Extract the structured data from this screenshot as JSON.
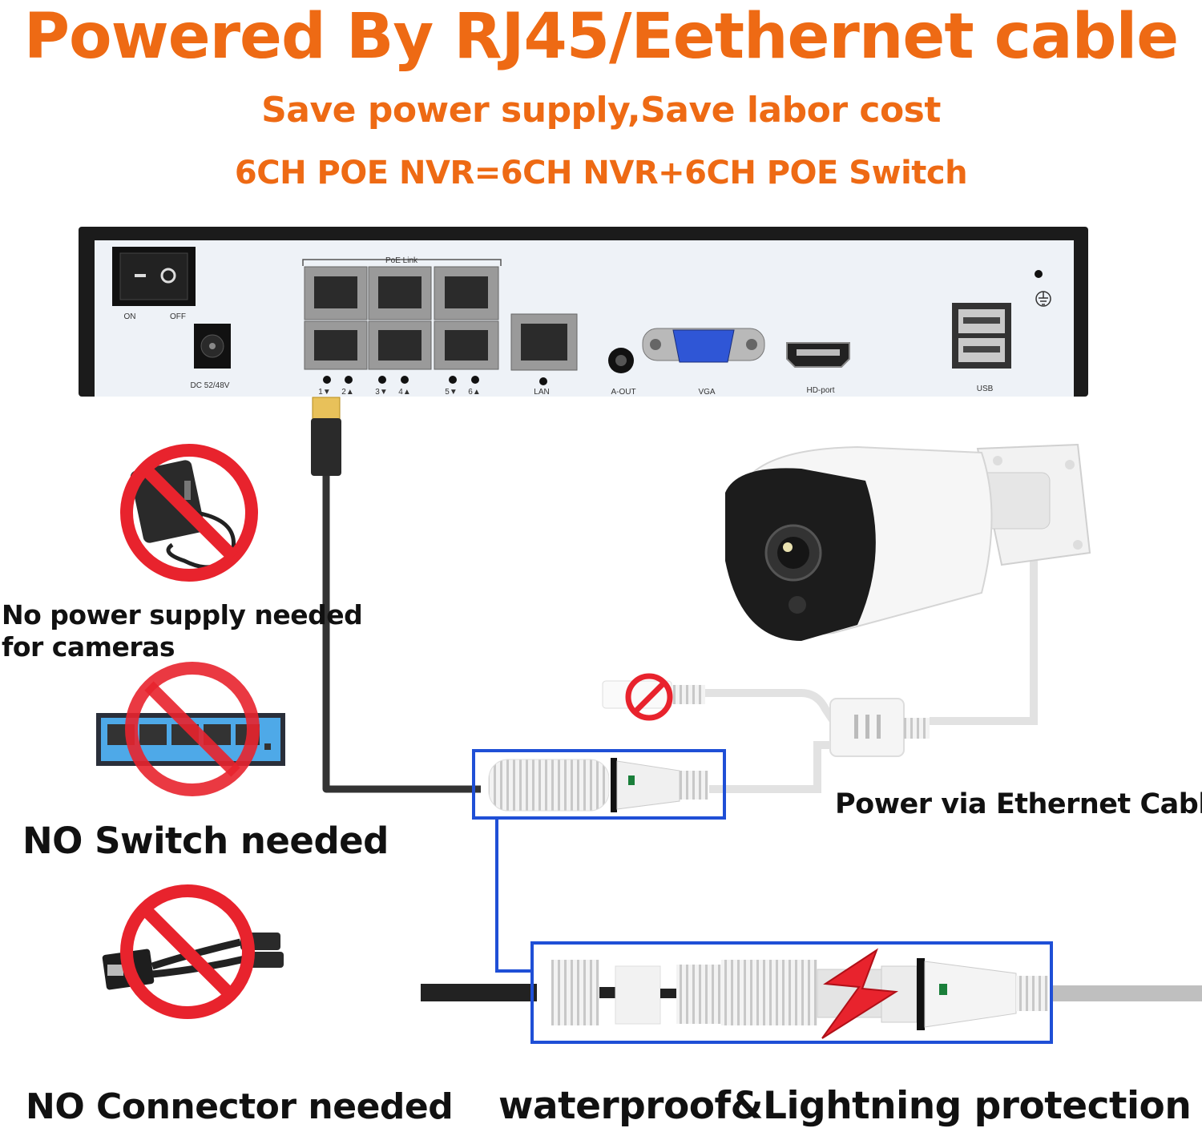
{
  "colors": {
    "accent": "#ee6a14",
    "frame_blue": "#1f4fd6",
    "forbid_red": "#e8232d",
    "nvr_panel": "#eef2f7",
    "nvr_case": "#1b1b1b"
  },
  "header": {
    "title": "Powered By RJ45/Eethernet cable",
    "subtitle": "Save power supply,Save labor cost",
    "tagline": "6CH POE NVR=6CH NVR+6CH POE Switch"
  },
  "nvr": {
    "switch_on": "ON",
    "switch_off": "OFF",
    "dc_label": "DC 52/48V",
    "poe_link": "PoE Link",
    "port_labels": [
      "1▼",
      "2▲",
      "3▼",
      "4▲",
      "5▼",
      "6▲"
    ],
    "lan": "LAN",
    "aout": "A-OUT",
    "vga": "VGA",
    "hdport": "HD-port",
    "usb": "USB"
  },
  "callouts": {
    "no_power_line1": "No power supply needed",
    "no_power_line2": "for cameras",
    "no_switch": "NO Switch needed",
    "no_connector": "NO Connector needed",
    "power_via_ethernet": "Power via Ethernet Cable",
    "waterproof": "waterproof&Lightning protection"
  },
  "icons": [
    "power-adapter-icon",
    "network-switch-icon",
    "poe-splitter-icon",
    "forbidden-icon",
    "bullet-camera-icon",
    "lightning-icon"
  ]
}
